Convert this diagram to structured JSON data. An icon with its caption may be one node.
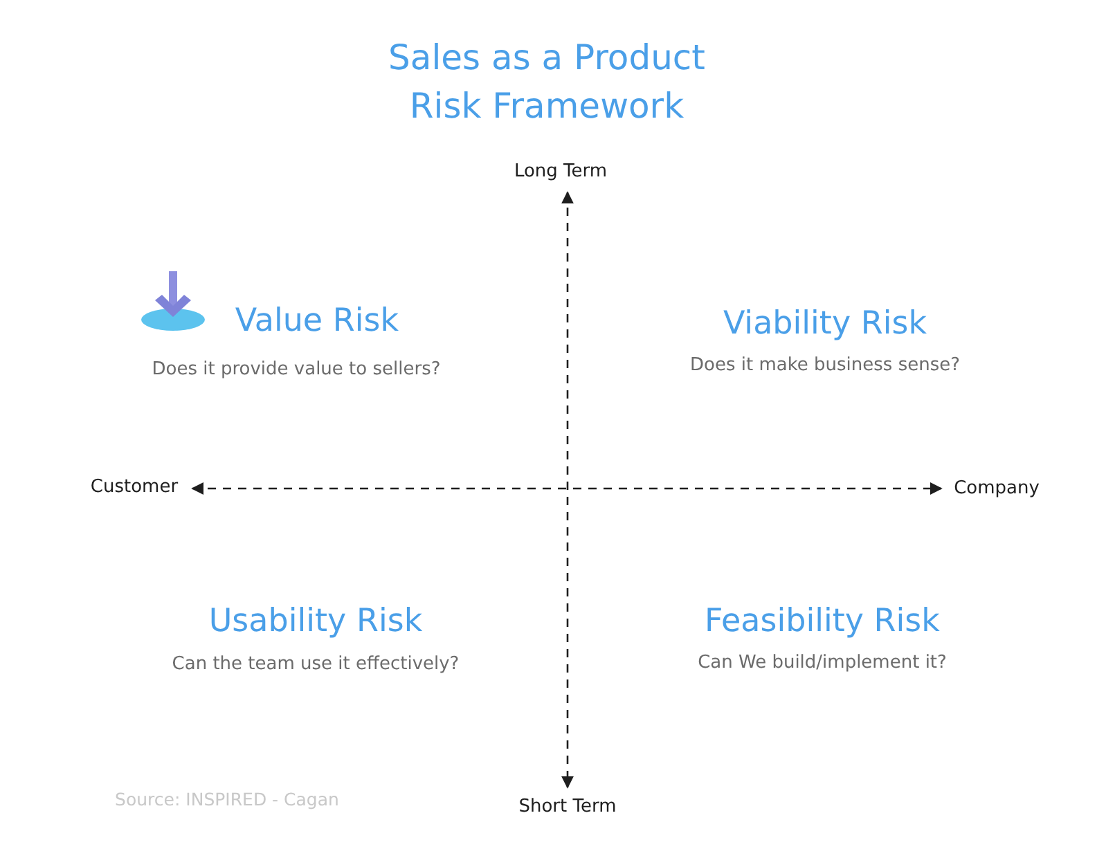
{
  "diagram": {
    "title": "Sales as a Product Risk Framework",
    "labels": [
      "Long Term",
      "Value Risk",
      "Does it provide value to sellers?",
      "Viability Risk",
      "Does it make business sense?",
      "Customer",
      "Company",
      "Usability Risk",
      "Can the team use it effectively?",
      "Feasibility Risk",
      "Can We build/implement it?",
      "Source: INSPIRED - Cagan",
      "Short Term"
    ]
  }
}
